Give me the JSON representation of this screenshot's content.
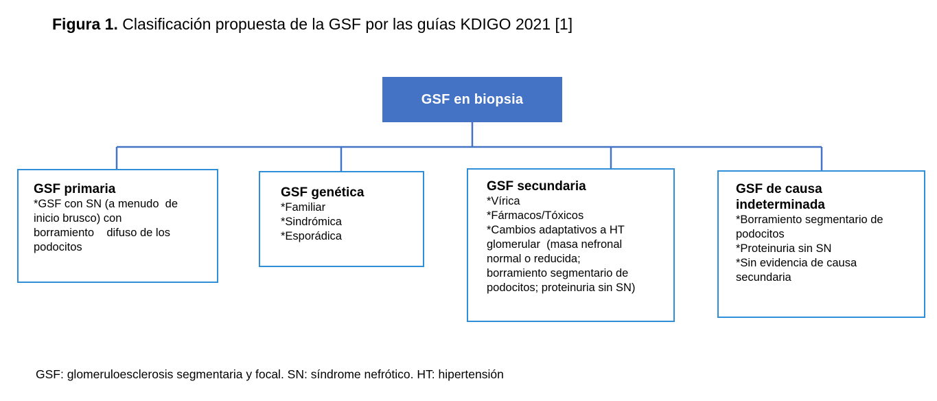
{
  "figure": {
    "label": "Figura 1.",
    "caption": " Clasificación propuesta de la GSF por las guías KDIGO 2021 [1]",
    "footnote": "GSF: glomeruloesclerosis segmentaria y focal. SN: síndrome nefrótico. HT: hipertensión"
  },
  "colors": {
    "root_fill": "#4472C4",
    "root_text": "#FFFFFF",
    "box_border": "#2E8FD8",
    "connector": "#4472C4",
    "text": "#000000",
    "background": "#FFFFFF"
  },
  "diagram": {
    "type": "tree",
    "root": {
      "label": "GSF en biopsia"
    },
    "children": [
      {
        "id": "primaria",
        "heading": "GSF primaria",
        "lines": [
          "*GSF con SN (a menudo  de",
          "inicio brusco) con",
          "borramiento    difuso de los",
          "podocitos"
        ]
      },
      {
        "id": "genetica",
        "heading": "GSF genética",
        "lines": [
          "*Familiar",
          "*Sindrómica",
          "*Esporádica"
        ]
      },
      {
        "id": "secundaria",
        "heading": "GSF secundaria",
        "lines": [
          "*Vírica",
          "*Fármacos/Tóxicos",
          "*Cambios adaptativos a HT",
          "glomerular  (masa nefronal",
          "normal o reducida;",
          "borramiento segmentario de",
          "podocitos; proteinuria sin SN)"
        ]
      },
      {
        "id": "indeterminada",
        "heading_line1": "GSF de causa",
        "heading_line2": "indeterminada",
        "lines": [
          "*Borramiento segmentario de",
          "podocitos",
          "*Proteinuria sin SN",
          "*Sin evidencia de causa",
          "secundaria"
        ]
      }
    ]
  }
}
